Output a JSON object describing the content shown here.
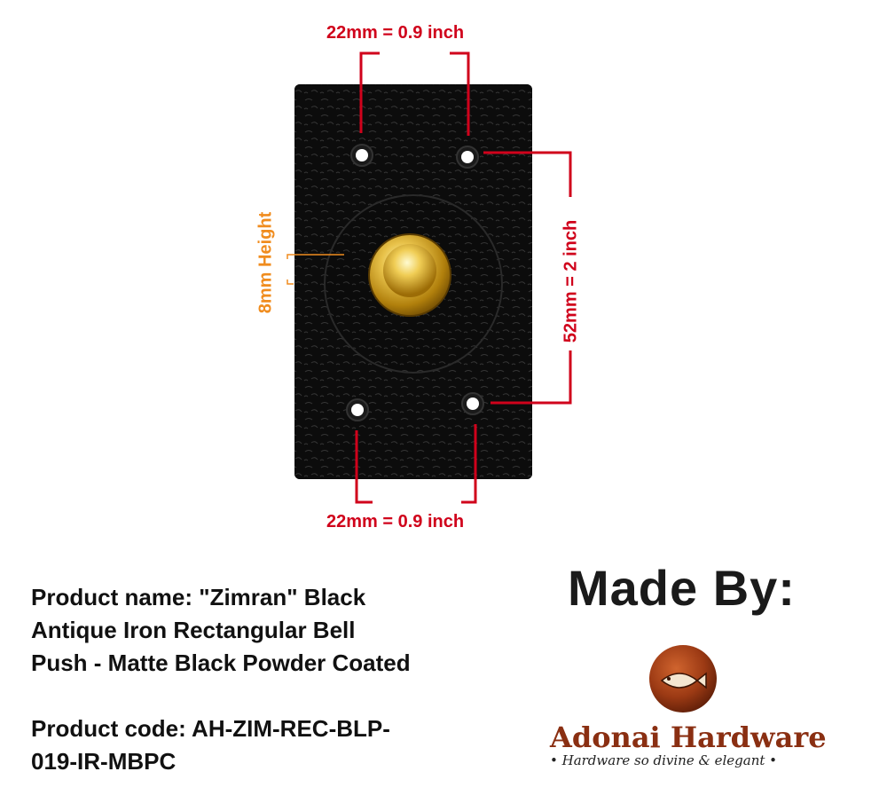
{
  "dimensions": {
    "top_width": "22mm = 0.9 inch",
    "bottom_width": "22mm = 0.9 inch",
    "right_height": "52mm = 2 inch",
    "button_height": "8mm Height"
  },
  "product": {
    "name_line1": "Product name: \"Zimran\" Black",
    "name_line2": "Antique Iron Rectangular Bell",
    "name_line3": "Push - Matte Black Powder Coated",
    "code_line1": "Product code: AH-ZIM-REC-BLP-",
    "code_line2": "019-IR-MBPC"
  },
  "brand": {
    "made_by": "Made By:",
    "name": "Adonai Hardware",
    "tagline": "• Hardware so divine & elegant •"
  },
  "colors": {
    "dimension_red": "#d0021b",
    "dimension_orange": "#f08c1e",
    "plate": "#0d0d0d",
    "button_gold": "#d4a017",
    "brand_brown": "#8a2f12"
  }
}
